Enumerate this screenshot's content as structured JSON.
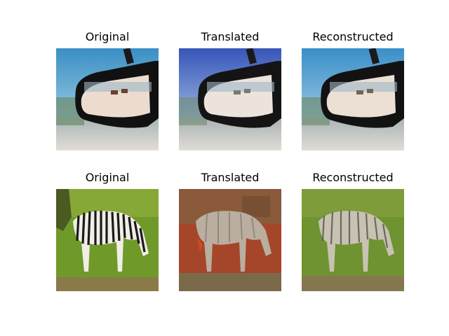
{
  "rows": [
    {
      "scene": "car-mirror",
      "columns": [
        {
          "title": "Original"
        },
        {
          "title": "Translated"
        },
        {
          "title": "Reconstructed"
        }
      ]
    },
    {
      "scene": "zebra",
      "columns": [
        {
          "title": "Original"
        },
        {
          "title": "Translated"
        },
        {
          "title": "Reconstructed"
        }
      ]
    }
  ]
}
